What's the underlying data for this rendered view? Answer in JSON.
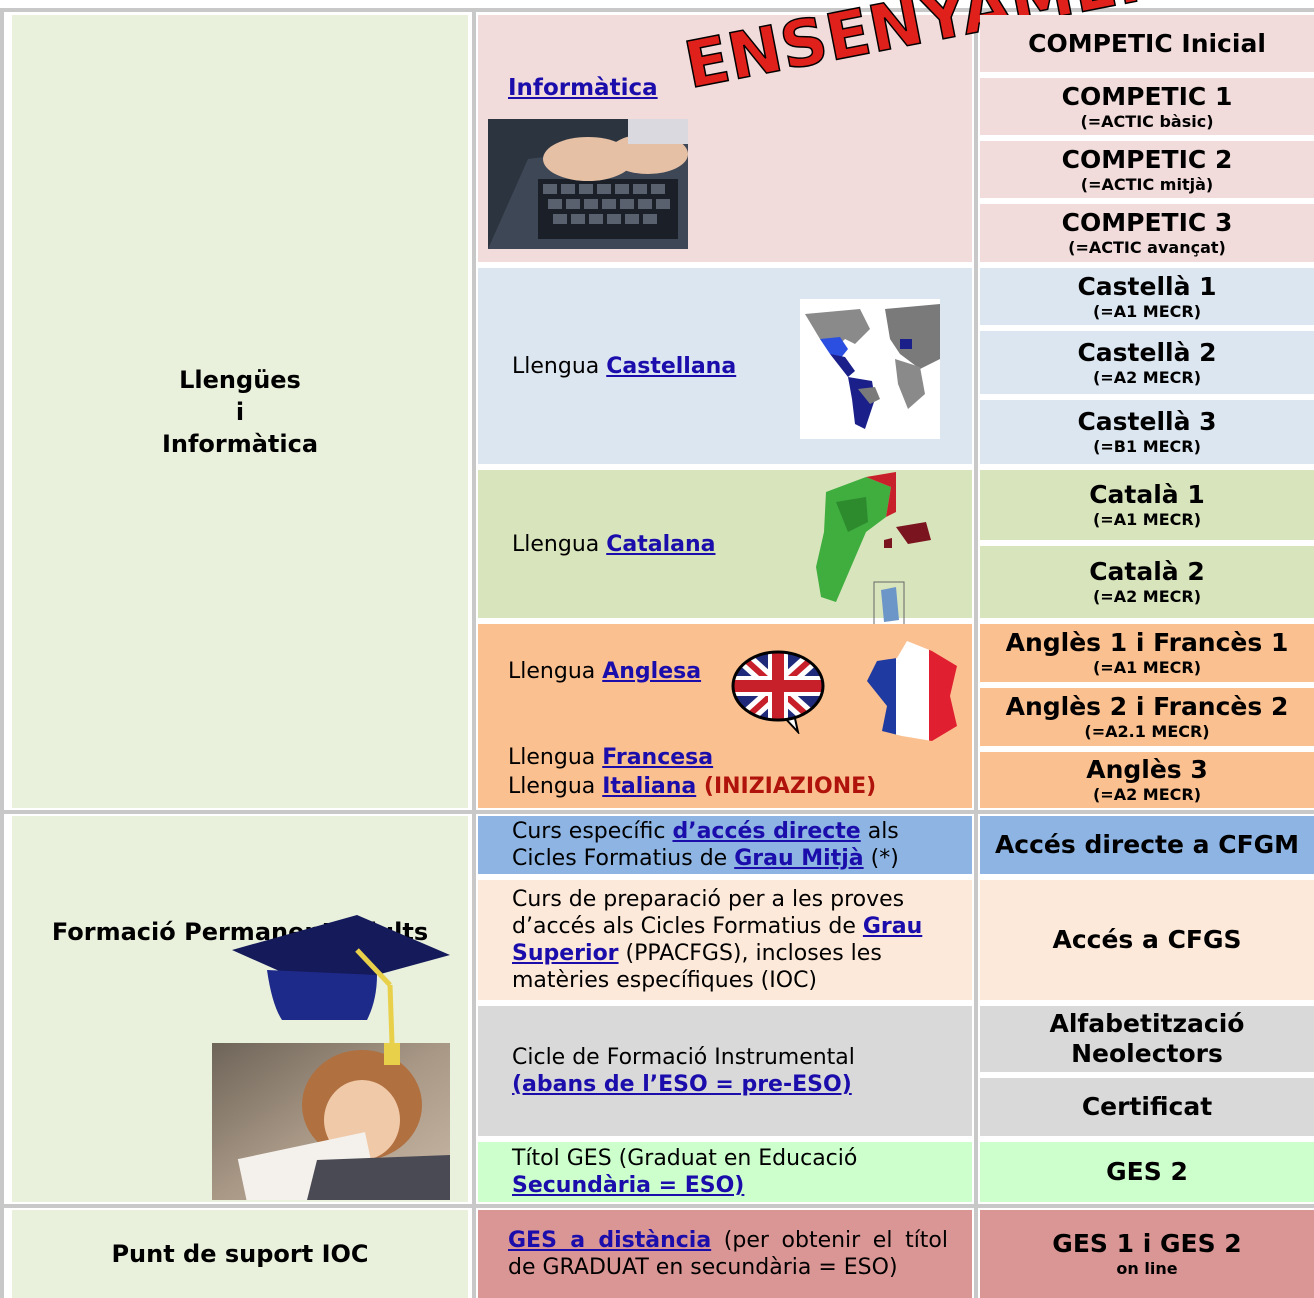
{
  "banner": "ENSENYAMENT",
  "left": {
    "llengues": [
      "Llengües",
      "i",
      "Informàtica"
    ],
    "formacio": "Formació Permanent Adults",
    "punt": "Punt de suport IOC"
  },
  "informatica": {
    "link": "Informàtica",
    "levels": [
      {
        "title": "COMPETIC Inicial",
        "sub": ""
      },
      {
        "title": "COMPETIC 1",
        "sub": "(=ACTIC bàsic)"
      },
      {
        "title": "COMPETIC 2",
        "sub": "(=ACTIC mitjà)"
      },
      {
        "title": "COMPETIC 3",
        "sub": "(=ACTIC avançat)"
      }
    ]
  },
  "castellana": {
    "prefix": "Llengua ",
    "link": "Castellana",
    "levels": [
      {
        "title": "Castellà 1",
        "sub": "(=A1 MECR)"
      },
      {
        "title": "Castellà 2",
        "sub": "(=A2 MECR)"
      },
      {
        "title": "Castellà 3",
        "sub": "(=B1 MECR)"
      }
    ]
  },
  "catalana": {
    "prefix": "Llengua ",
    "link": "Catalana",
    "levels": [
      {
        "title": "Català 1",
        "sub": "(=A1 MECR)"
      },
      {
        "title": "Català 2",
        "sub": "(=A2 MECR)"
      }
    ]
  },
  "estrangeres": {
    "prefix": "Llengua ",
    "anglesa": "Anglesa",
    "francesa": "Francesa",
    "italiana": "Italiana",
    "open": " (",
    "iniziazione": "INIZIAZIONE",
    "close": ")",
    "levels": [
      {
        "title": "Anglès 1 i Francès 1",
        "sub": "(=A1 MECR)"
      },
      {
        "title": "Anglès 2 i Francès 2",
        "sub": "(=A2.1 MECR)"
      },
      {
        "title": "Anglès 3",
        "sub": "(=A2 MECR)"
      }
    ]
  },
  "cfgm": {
    "t1": "Curs específic ",
    "link1": "d’accés directe",
    "t2": " als Cicles Formatius de ",
    "link2": "Grau Mitjà",
    "t3": " (*)",
    "right": "Accés directe a CFGM"
  },
  "cfgs": {
    "t1": "Curs de preparació per a les proves d’accés als Cicles Formatius de ",
    "link": "Grau Superior",
    "t2": " (PPACFGS), incloses les matèries específiques (IOC)",
    "right": "Accés a CFGS"
  },
  "instrumental": {
    "text": "Cicle de Formació Instrumental",
    "link": "(abans de l’ESO = pre-ESO)",
    "right1": [
      "Alfabetització",
      "Neolectors"
    ],
    "right2": "Certificat"
  },
  "ges": {
    "text": "Títol GES (Graduat en Educació",
    "link": "Secundària = ESO)",
    "right": "GES 2"
  },
  "ioc": {
    "link": "GES a distància",
    "text": " (per obtenir el títol de GRADUAT en secundària = ESO)",
    "right": "GES 1 i GES 2",
    "right_sub": "on line"
  },
  "colors": {
    "left_bg": "#e9f0dc",
    "informatica_bg": "#f2dcdb",
    "castellana_bg": "#dce6f1",
    "catalana_bg": "#d8e4bc",
    "estrangeres_bg": "#fac090",
    "cfgm_bg": "#8db4e2",
    "cfgs_bg": "#fde9d9",
    "instrumental_bg": "#d9d9d9",
    "ges_bg": "#ccffcc",
    "ioc_bg": "#da9694",
    "link": "#1a0dab",
    "banner": "#e0201a"
  }
}
